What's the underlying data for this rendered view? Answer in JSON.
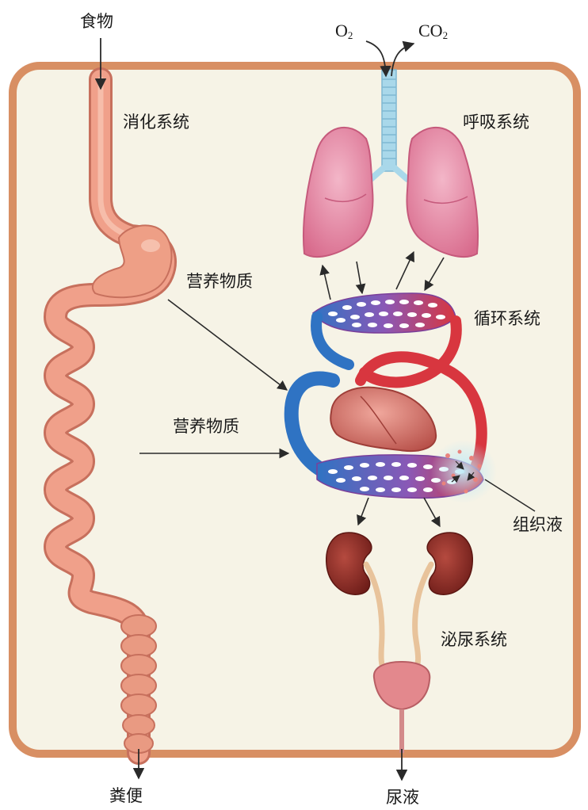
{
  "labels": {
    "food": "食物",
    "digestive_system": "消化系统",
    "respiratory_system": "呼吸系统",
    "nutrients_upper": "营养物质",
    "circulatory_system": "循环系统",
    "nutrients_lower": "营养物质",
    "tissue_fluid": "组织液",
    "urinary_system": "泌尿系统",
    "feces": "粪便",
    "urine": "尿液"
  },
  "gases": {
    "oxygen": {
      "symbol": "O",
      "subscript": "2"
    },
    "carbon_dioxide": {
      "symbol": "CO",
      "subscript": "2"
    }
  },
  "colors": {
    "frame_border": "#d88f63",
    "frame_fill": "#f6f3e6",
    "digestive_tract": "#f0a08a",
    "lungs": "#e1809c",
    "trachea": "#a9d8ea",
    "vein_blue": "#2f73c3",
    "artery_red": "#d8363f",
    "capillary_purple": "#8a58b6",
    "heart": "#d26a62",
    "kidney": "#8a2a24",
    "ureter": "#e8c39b",
    "bladder": "#e3888d",
    "tissue_fluid_glow": "#9fdcef"
  }
}
